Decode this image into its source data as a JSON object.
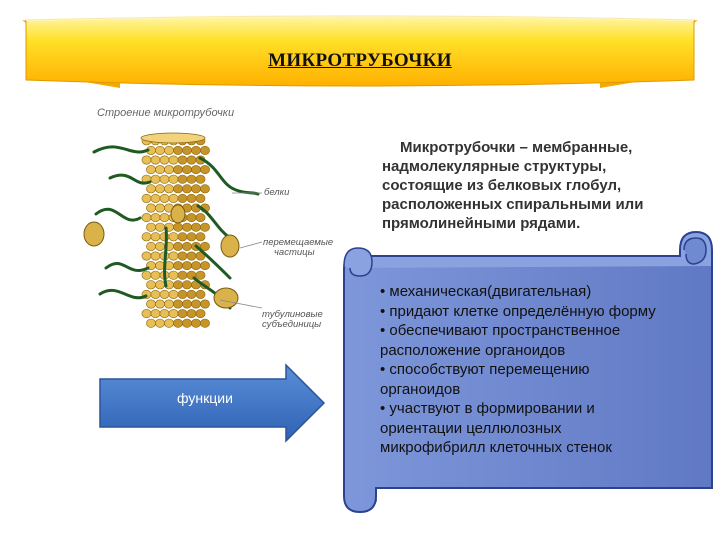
{
  "title": "МИКРОТРУБОЧКИ",
  "figure": {
    "caption": "Строение микротрубочки",
    "labels": {
      "protein": "белки",
      "moving_particles_line1": "перемещаемые",
      "moving_particles_line2": "частицы",
      "tubulin_line1": "тубулиновые",
      "tubulin_line2": "субъединицы"
    }
  },
  "definition_lines": [
    "Микротрубочки – мембранные,",
    "надмолекулярные структуры,",
    "состоящие из белковых глобул,",
    "расположенных спиральными или",
    "прямолинейными рядами."
  ],
  "functions_button": "функции",
  "functions_list": [
    "• механическая(двигательная)",
    "• придают клетке определённую форму",
    "• обеспечивают пространственное",
    "расположение органоидов",
    "• способствуют перемещению",
    "органоидов",
    "• участвуют в формировании и",
    "ориентации целлюлозных",
    "микрофибрилл клеточных стенок"
  ],
  "colors": {
    "banner_yellow": "#ffd400",
    "scroll_blue": "#6f8ad0",
    "arrow_blue": "#3f76c9",
    "fiber_green": "#1f5a22",
    "globule_gold": "#d9a73a"
  }
}
